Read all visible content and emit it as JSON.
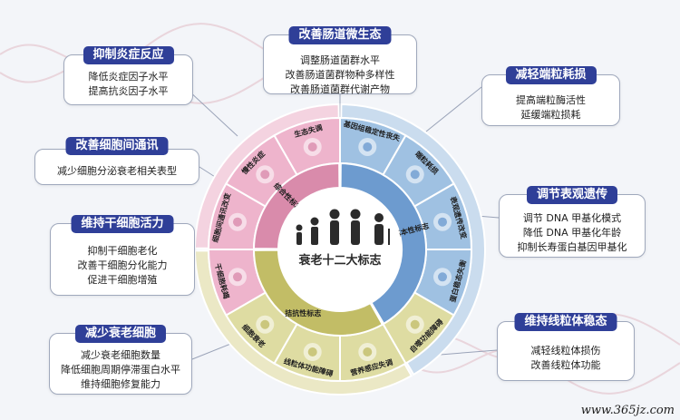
{
  "title": "衰老十二大标志",
  "inner_ring": [
    "基本性标志",
    "拮抗性标志",
    "综合性标志"
  ],
  "hallmarks": [
    "生态失调",
    "基因组稳定性丧失",
    "端粒耗损",
    "表观遗传改变",
    "蛋白稳态失衡",
    "自噬功能障碍",
    "营养感应失调",
    "线粒体功能障碍",
    "细胞衰老",
    "干细胞耗竭",
    "细胞间通讯改变",
    "慢性炎症"
  ],
  "cards": [
    {
      "title": "改善肠道微生态",
      "lines": [
        "调整肠道菌群水平",
        "改善肠道菌群物种多样性",
        "改善肠道菌群代谢产物"
      ]
    },
    {
      "title": "抑制炎症反应",
      "lines": [
        "降低炎症因子水平",
        "提高抗炎因子水平"
      ]
    },
    {
      "title": "减轻端粒耗损",
      "lines": [
        "提高端粒酶活性",
        "延缓端粒损耗"
      ]
    },
    {
      "title": "改善细胞间通讯",
      "lines": [
        "减少细胞分泌衰老相关表型"
      ]
    },
    {
      "title": "调节表观遗传",
      "lines": [
        "调节 DNA 甲基化模式",
        "降低 DNA 甲基化年龄",
        "抑制长寿蛋白基因甲基化"
      ]
    },
    {
      "title": "维持干细胞活力",
      "lines": [
        "抑制干细胞老化",
        "改善干细胞分化能力",
        "促进干细胞增殖"
      ]
    },
    {
      "title": "维持线粒体稳态",
      "lines": [
        "减轻线粒体损伤",
        "改善线粒体功能"
      ]
    },
    {
      "title": "减少衰老细胞",
      "lines": [
        "减少衰老细胞数量",
        "降低细胞周期停滞蛋白水平",
        "维持细胞修复能力"
      ]
    }
  ],
  "watermark": "www.365jz.com",
  "colors": {
    "blue": "#9fc1e2",
    "pink": "#eeb4cc",
    "olive": "#dedca2",
    "navy": "#2f3f98"
  }
}
